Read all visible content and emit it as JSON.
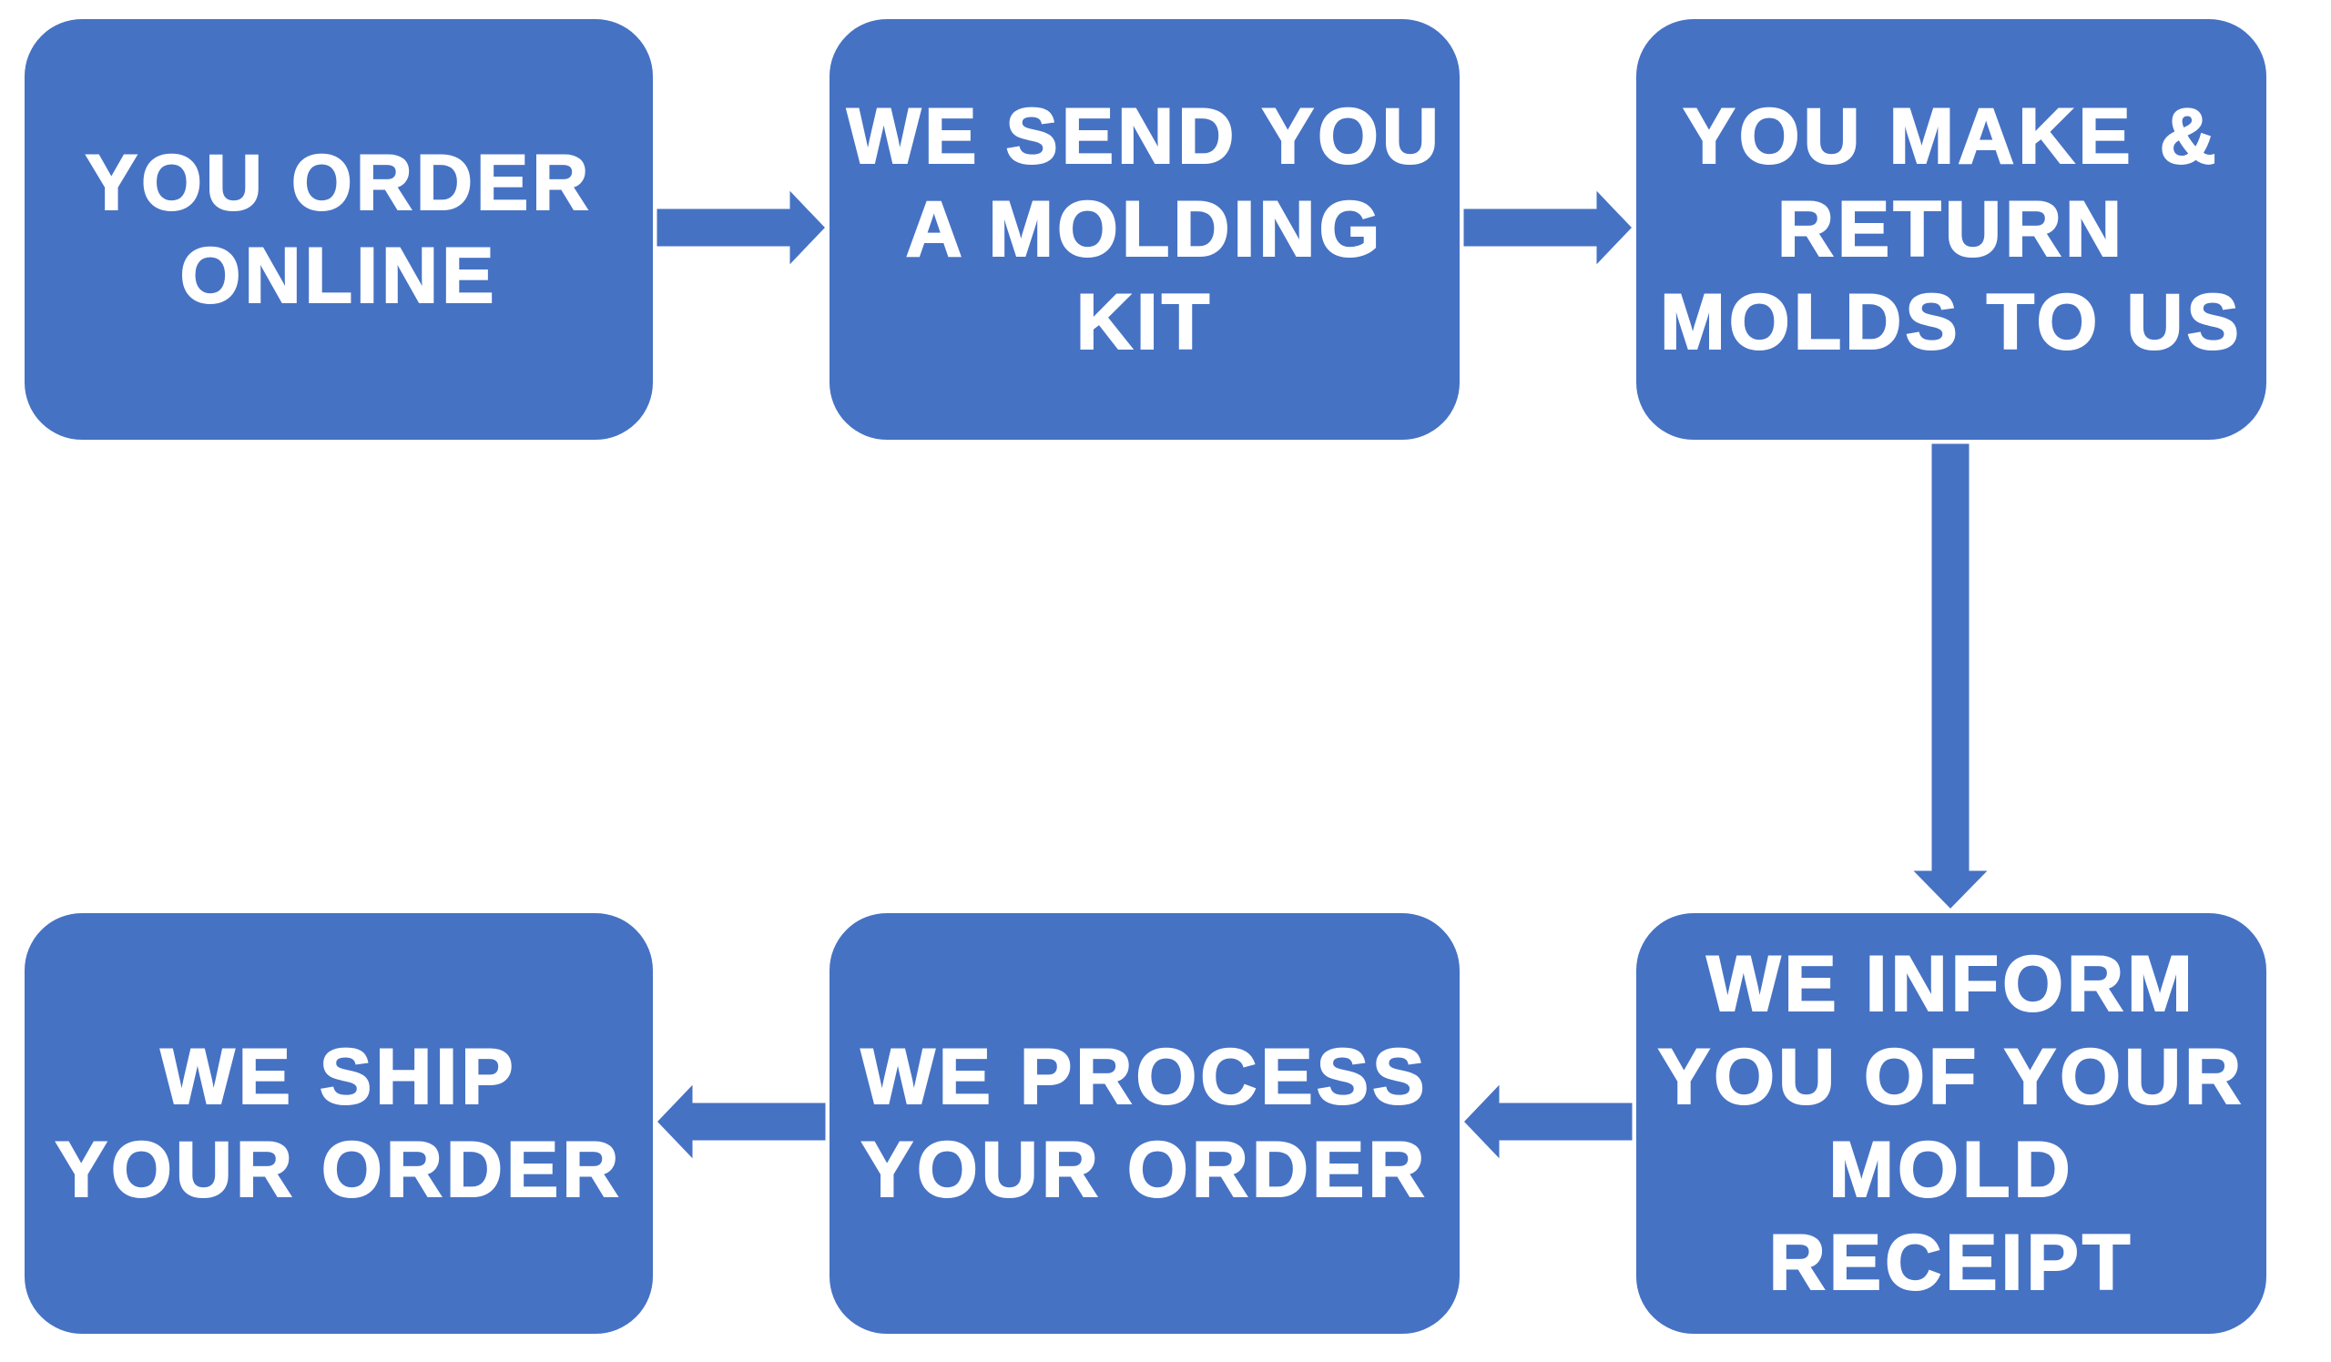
{
  "theme": {
    "box_fill": "#4672c4",
    "arrow_fill": "#4672c4",
    "text_color": "#ffffff",
    "background": "#ffffff"
  },
  "steps": [
    {
      "label": "YOU ORDER\nONLINE"
    },
    {
      "label": "WE SEND YOU\nA MOLDING\nKIT"
    },
    {
      "label": "YOU MAKE &\nRETURN\nMOLDS TO US"
    },
    {
      "label": "WE INFORM\nYOU OF YOUR\nMOLD\nRECEIPT"
    },
    {
      "label": "WE PROCESS\nYOUR ORDER"
    },
    {
      "label": "WE SHIP\nYOUR ORDER"
    }
  ]
}
